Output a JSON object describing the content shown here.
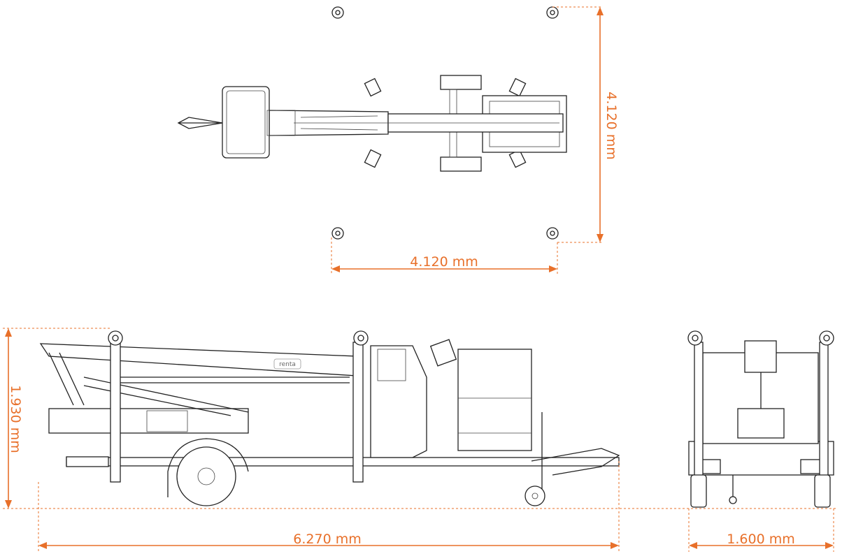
{
  "drawing": {
    "brand_logo": "renta",
    "accent_color": "#e8702a",
    "views": [
      "top-view",
      "side-view",
      "rear-view"
    ]
  },
  "dimensions": {
    "outrigger_depth": "4.120 mm",
    "outrigger_width": "4.120 mm",
    "transport_height": "1.930 mm",
    "transport_length": "6.270 mm",
    "transport_width": "1.600 mm"
  }
}
